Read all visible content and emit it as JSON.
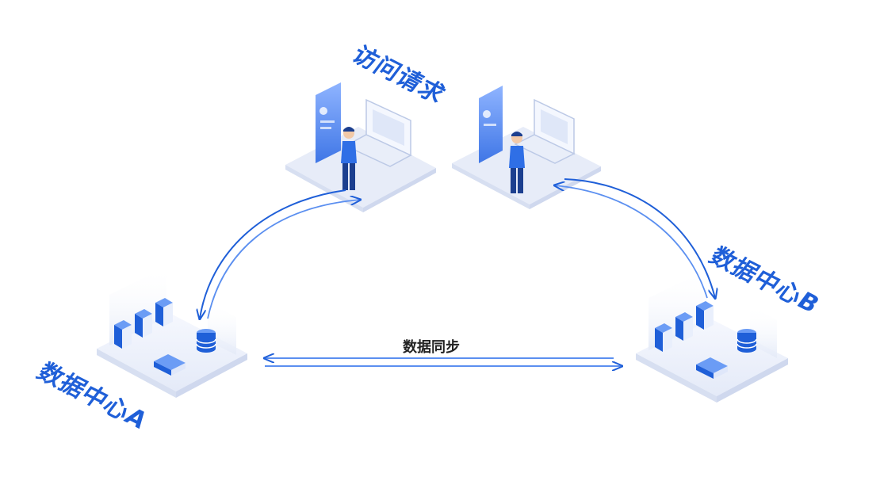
{
  "labels": {
    "access_request": "访问请求",
    "datacenter_a": "数据中心A",
    "datacenter_b": "数据中心B",
    "data_sync": "数据同步"
  },
  "colors": {
    "accent_blue": "#1f5fd8",
    "light_blue": "#5b8ff0",
    "platform": "#eef2fb",
    "platform_shadow": "#dde4f4",
    "text_dark": "#222222"
  },
  "icons": [
    "user-with-phone-and-laptop-icon",
    "server-rack-icon",
    "database-icon",
    "switch-icon"
  ]
}
